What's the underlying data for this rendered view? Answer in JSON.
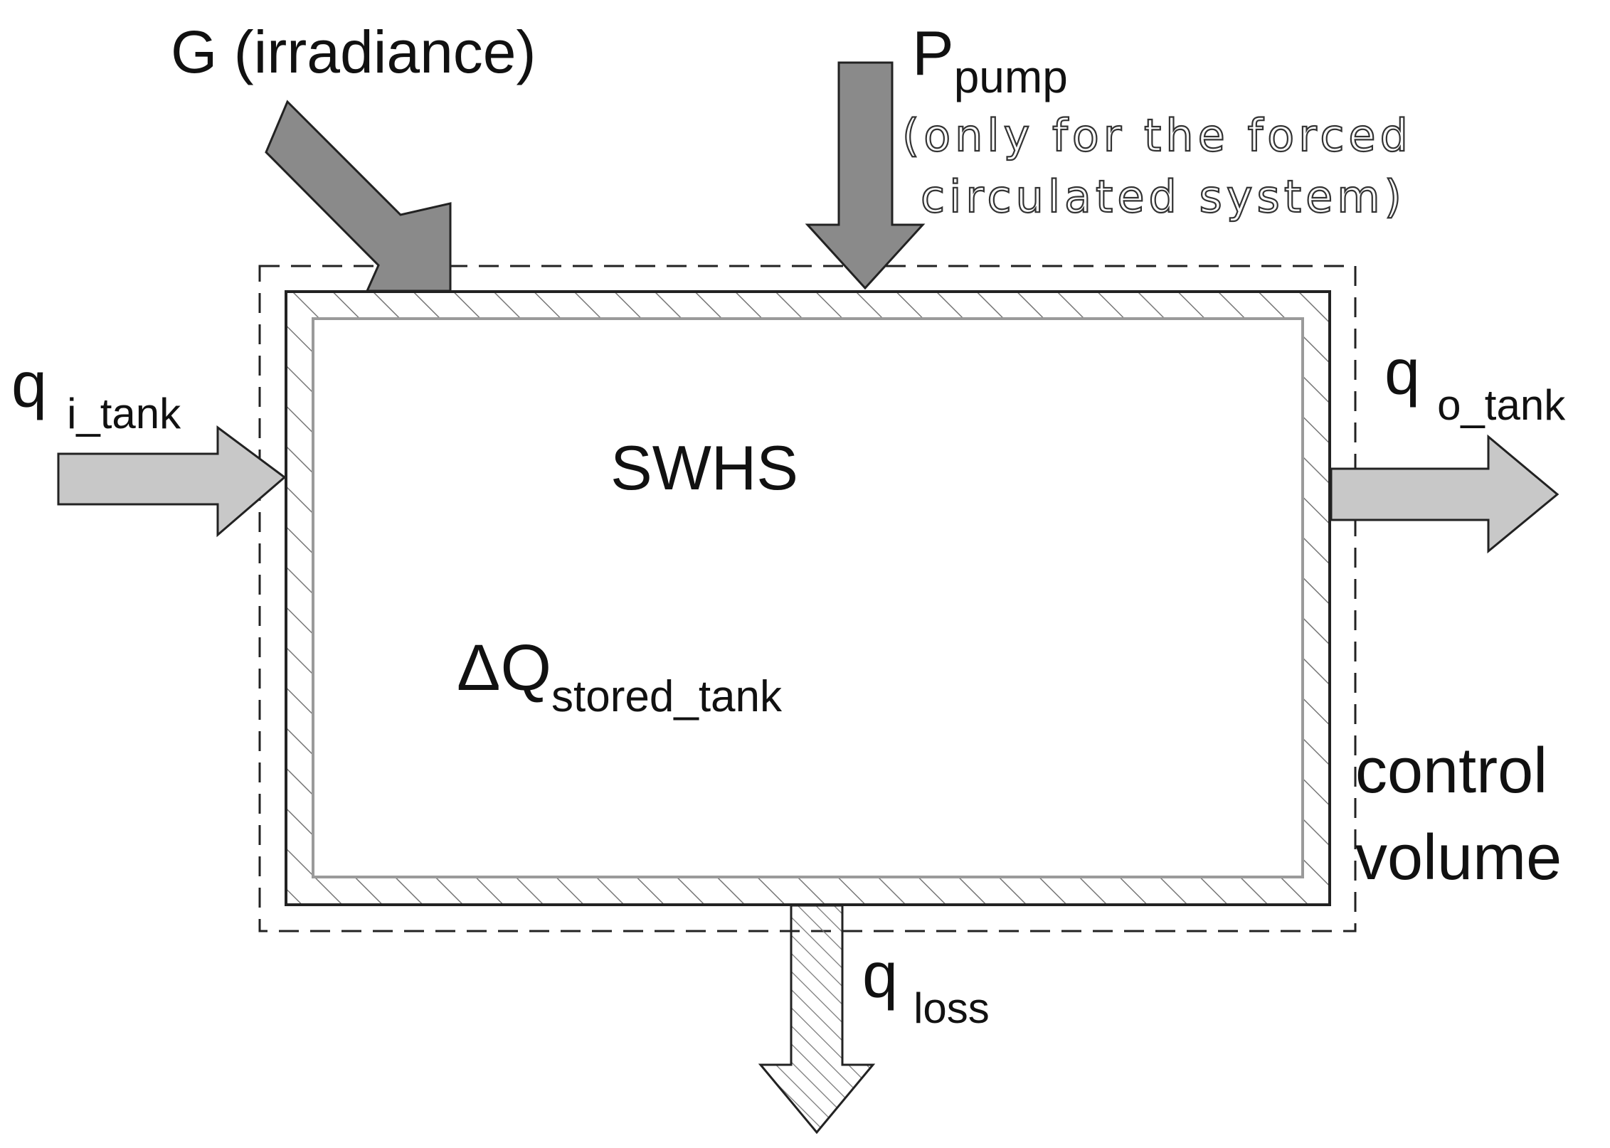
{
  "colors": {
    "arrow_dark": "#8a8a8a",
    "arrow_light": "#c8c8c8",
    "stroke": "#222222",
    "hatch": "#777777",
    "inner_border": "#9a9a9a"
  },
  "labels": {
    "irradiance": "G (irradiance)",
    "p_pump_main": "P",
    "p_pump_sub": "pump",
    "p_pump_note_line1": "(only for the forced",
    "p_pump_note_line2": "circulated system)",
    "q_in_main": "q",
    "q_in_sub": "i_tank",
    "q_out_main": "q",
    "q_out_sub": "o_tank",
    "q_loss_main": "q",
    "q_loss_sub": "loss",
    "system": "SWHS",
    "stored_main": "ΔQ",
    "stored_sub": "stored_tank",
    "control_line1": "control",
    "control_line2": "volume"
  }
}
